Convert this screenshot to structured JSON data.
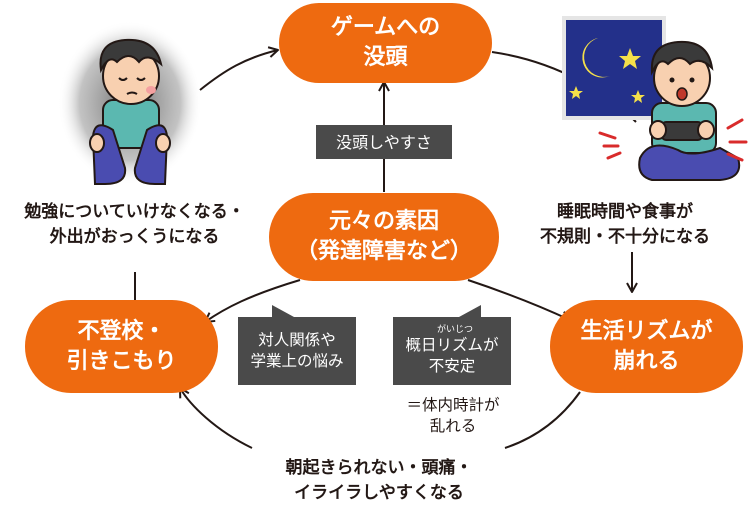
{
  "colors": {
    "node": "#ee6a10",
    "tag": "#4a4a4a",
    "arrow": "#231815"
  },
  "nodes": {
    "top": [
      "ゲームへの",
      "没頭"
    ],
    "center": [
      "元々の素因",
      "（発達障害など）"
    ],
    "right": [
      "生活リズムが",
      "崩れる"
    ],
    "left": [
      "不登校・",
      "引きこもり"
    ]
  },
  "tags": {
    "immersion": "没頭しやすさ",
    "social": [
      "対人関係や",
      "学業上の悩み"
    ],
    "rhythm_ruby": "がいじつ",
    "rhythm": [
      "概日リズムが",
      "不安定"
    ]
  },
  "labels": {
    "right_top": [
      "睡眠時間や食事が",
      "不規則・不十分になる"
    ],
    "left_top": [
      "勉強についていけなくなる・",
      "外出がおっくうになる"
    ],
    "bottom": [
      "朝起きられない・頭痛・",
      "イライラしやすくなる"
    ],
    "body_clock": [
      "＝体内時計が",
      "乱れる"
    ]
  },
  "illustrations": {
    "left": "sad-boy-icon",
    "right": "gaming-boy-night-icon"
  }
}
